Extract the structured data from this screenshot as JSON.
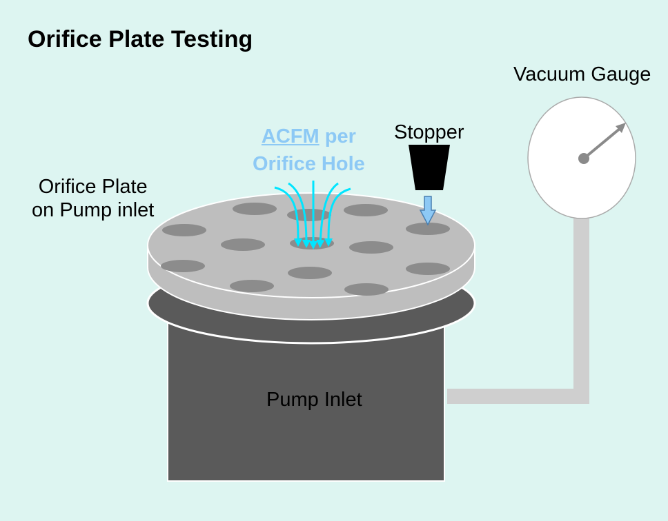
{
  "title": "Orifice Plate Testing",
  "labels": {
    "vacuum_gauge": "Vacuum Gauge",
    "stopper": "Stopper",
    "orifice_plate_line1": "Orifice Plate",
    "orifice_plate_line2": "on Pump inlet",
    "pump_inlet": "Pump Inlet",
    "acfm": "ACFM",
    "per": "per",
    "orifice_hole": "Orifice Hole"
  },
  "colors": {
    "background": "#DDF5F1",
    "pump_body": "#5A5A5A",
    "plate": "#BEBEBE",
    "holes": "#8C8C8C",
    "gauge_pipe": "#CFCFCF",
    "airflow": "#00E5FF",
    "acfm_text": "#8DC9F5"
  }
}
